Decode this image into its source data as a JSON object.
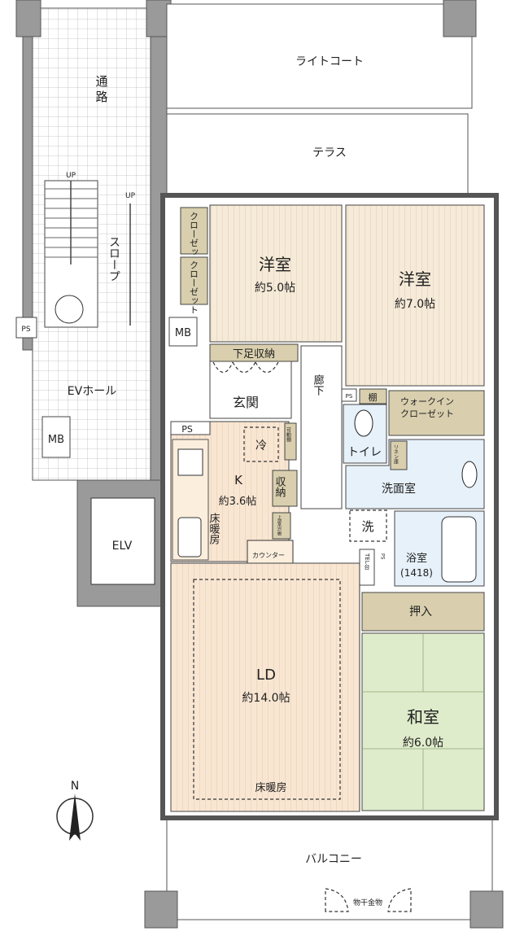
{
  "plan": {
    "common": {
      "corridor": "通路",
      "corridor_chars": [
        "通",
        "路"
      ],
      "up_stairs": "UP",
      "up_slope": "UP",
      "slope": "スロープ",
      "ev_hall": "EVホール",
      "elevator": "ELV",
      "ps_left": "PS",
      "mb_left": "MB",
      "mb_unit": "MB"
    },
    "outdoor": {
      "light_court": "ライトコート",
      "terrace": "テラス",
      "balcony": "バルコニー",
      "drying_hardware": "物干金物"
    },
    "rooms": {
      "western1": {
        "name": "洋室",
        "size": "約5.0帖"
      },
      "western2": {
        "name": "洋室",
        "size": "約7.0帖"
      },
      "closet1": "クローゼット",
      "closet2": "クローゼット",
      "shoe_storage": "下足収納",
      "entrance": "玄関",
      "hallway": "廊下",
      "ps_toilet": "PS",
      "shelf": "棚",
      "toilet": "トイレ",
      "walk_in_closet": [
        "ウォークイン",
        "クローゼット"
      ],
      "linen": "リネン庫",
      "washroom": "洗面室",
      "laundry": "洗",
      "bath": {
        "name": "浴室",
        "size": "(1418)"
      },
      "tel": "TEL台",
      "ps_bath": "PS",
      "ps_kitchen": "PS",
      "fridge": "冷",
      "movable_shelf": "可動棚",
      "storage": "収納",
      "upper_cabinet": "上部吊戸棚",
      "counter": "カウンター",
      "kitchen": {
        "name": "K",
        "size": "約3.6帖",
        "floor_heating": "床暖房"
      },
      "ld": {
        "name": "LD",
        "size": "約14.0帖",
        "floor_heating": "床暖房"
      },
      "oshiire": "押入",
      "washitsu": {
        "name": "和室",
        "size": "約6.0帖"
      }
    },
    "compass": "N",
    "colors": {
      "western": "#f6ead8",
      "ld": "#f9e6d2",
      "storage": "#d9cfae",
      "wet": "#e6f1fa",
      "tatami": "#dfeccb",
      "wall": "#9a9a9a"
    }
  }
}
